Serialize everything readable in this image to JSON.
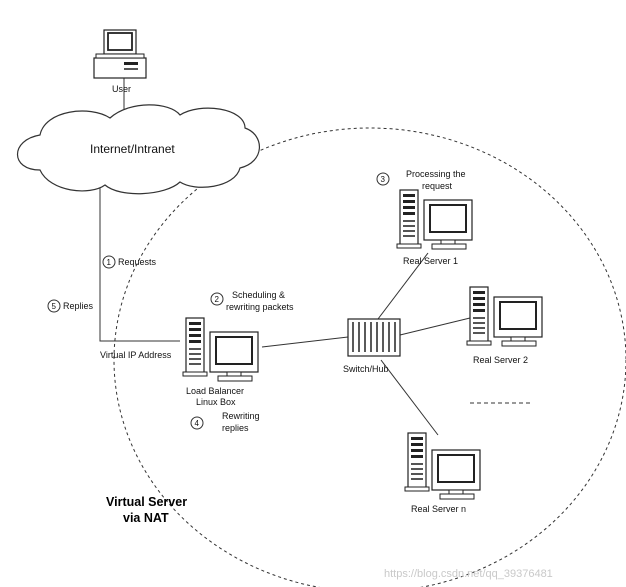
{
  "labels": {
    "user": "User",
    "internet": "Internet/Intranet",
    "requests": "Requests",
    "replies": "Replies",
    "virtual_ip": "Virtual IP Address",
    "scheduling_line1": "Scheduling &",
    "scheduling_line2": "rewriting packets",
    "processing_line1": "Processing the",
    "processing_line2": "request",
    "rewriting_line1": "Rewriting",
    "rewriting_line2": "replies",
    "load_balancer_line1": "Load Balancer",
    "load_balancer_line2": "Linux Box",
    "switch": "Switch/Hub",
    "real_server_1": "Real Server 1",
    "real_server_2": "Real Server 2",
    "real_server_n": "Real Server n",
    "title_line1": "Virtual Server",
    "title_line2": "via NAT",
    "watermark": "https://blog.csdn.net/qq_39376481"
  },
  "steps": {
    "s1": "1",
    "s2": "2",
    "s3": "3",
    "s4": "4",
    "s5": "5"
  }
}
